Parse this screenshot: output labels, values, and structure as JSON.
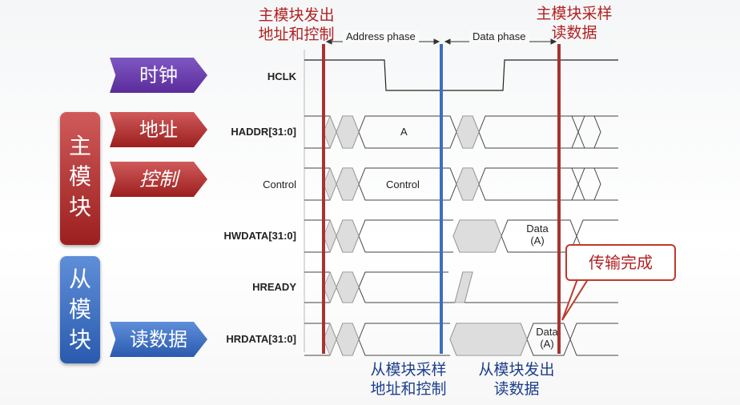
{
  "left_panel": {
    "clock_label": "时钟",
    "addr_label": "地址",
    "ctrl_label": "控制",
    "read_data_label": "读数据",
    "master_chars": [
      "主",
      "模",
      "块"
    ],
    "slave_chars": [
      "从",
      "模",
      "块"
    ]
  },
  "signals": {
    "hclk": "HCLK",
    "haddr": "HADDR[31:0]",
    "control": "Control",
    "hwdata": "HWDATA[31:0]",
    "hready": "HREADY",
    "hrdata": "HRDATA[31:0]"
  },
  "phases": {
    "address": "Address phase",
    "data": "Data phase"
  },
  "waveform_text": {
    "addr_value": "A",
    "control_value": "Control",
    "hwdata_value_1": "Data",
    "hwdata_value_2": "(A)",
    "hrdata_value_1": "Data",
    "hrdata_value_2": "(A)"
  },
  "annotations": {
    "master_issue_1": "主模块发出",
    "master_issue_2": "地址和控制",
    "master_sample_1": "主模块采样",
    "master_sample_2": "读数据",
    "slave_sample_1": "从模块采样",
    "slave_sample_2": "地址和控制",
    "slave_issue_1": "从模块发出",
    "slave_issue_2": "读数据",
    "transfer_done": "传输完成"
  },
  "colors": {
    "red": "#a93232",
    "blue": "#3b6fc2",
    "purple": "#6a3fb0"
  }
}
